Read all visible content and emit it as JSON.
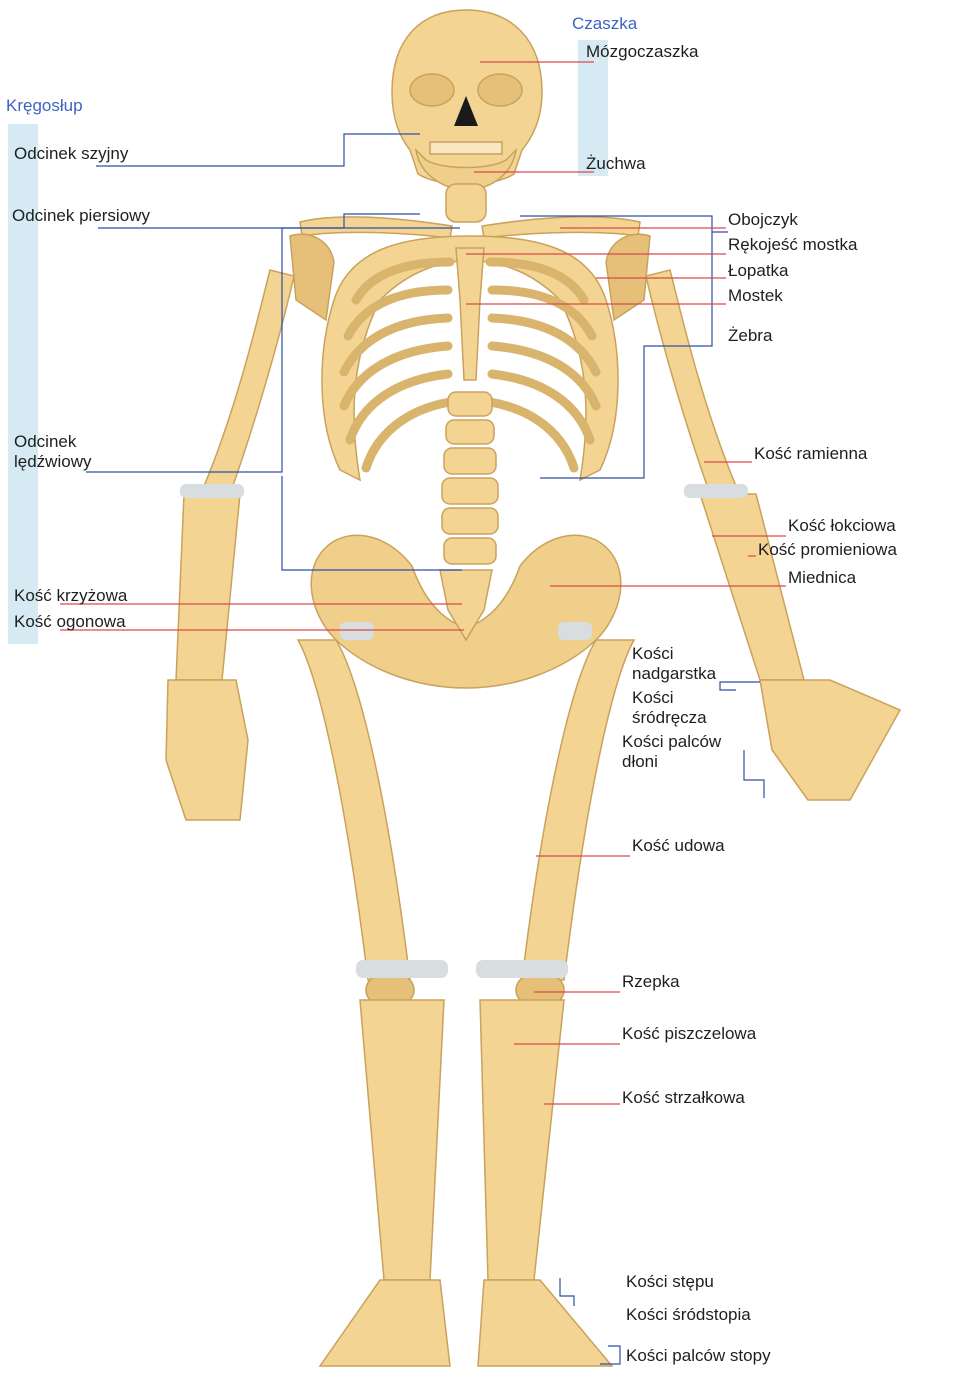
{
  "groups": {
    "skull": "Czaszka",
    "spine": "Kręgosłup"
  },
  "labels": {
    "cranium": "Mózgoczaszka",
    "mandible": "Żuchwa",
    "cervical": "Odcinek szyjny",
    "thoracic": "Odcinek piersiowy",
    "lumbar_1": "Odcinek",
    "lumbar_2": "lędźwiowy",
    "sacrum": "Kość krzyżowa",
    "coccyx": "Kość ogonowa",
    "clavicle": "Obojczyk",
    "manubrium": "Rękojeść mostka",
    "scapula": "Łopatka",
    "sternum": "Mostek",
    "ribs": "Żebra",
    "humerus": "Kość ramienna",
    "ulna": "Kość łokciowa",
    "radius": "Kość promieniowa",
    "pelvis": "Miednica",
    "carpals_1": "Kości",
    "carpals_2": "nadgarstka",
    "metacarpals_1": "Kości",
    "metacarpals_2": "śródręcza",
    "phalanges_hand_1": "Kości palców",
    "phalanges_hand_2": "dłoni",
    "femur": "Kość udowa",
    "patella": "Rzepka",
    "tibia": "Kość piszczelowa",
    "fibula": "Kość strzałkowa",
    "tarsals": "Kości stępu",
    "metatarsals": "Kości śródstopia",
    "phalanges_foot": "Kości palców stopy"
  },
  "colors": {
    "bone": "#f3d493",
    "bone_shade": "#e6c078",
    "bone_outline": "#c9a25c",
    "cartilage": "#d8dde0",
    "group_text": "#3d64c2",
    "group_bar": "#d5eaf2",
    "leader_red": "#d94a4a",
    "leader_blue": "#2f4fa8"
  }
}
